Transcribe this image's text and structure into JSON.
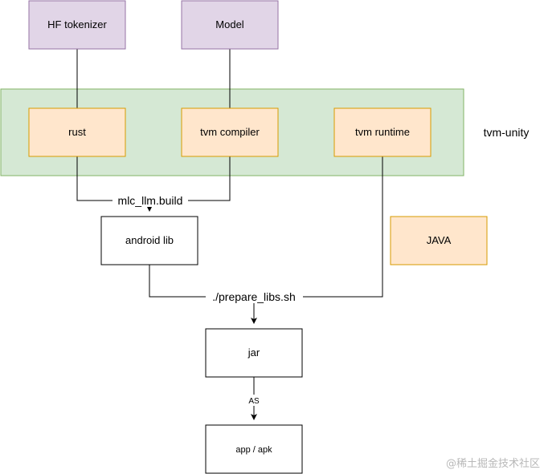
{
  "diagram": {
    "colors": {
      "purple_fill": "#e1d5e7",
      "purple_stroke": "#9673a6",
      "green_fill": "#d5e8d4",
      "green_stroke": "#82b366",
      "orange_fill": "#ffe6cc",
      "orange_stroke": "#d79b00",
      "white_fill": "#ffffff",
      "black_stroke": "#000000"
    },
    "nodes": {
      "hf_tokenizer": "HF tokenizer",
      "model": "Model",
      "rust": "rust",
      "tvm_compiler": "tvm compiler",
      "tvm_runtime": "tvm runtime",
      "tvm_unity": "tvm-unity",
      "android_lib": "android lib",
      "java": "JAVA",
      "jar": "jar",
      "app_apk": "app / apk"
    },
    "edge_labels": {
      "mlc_llm_build": "mlc_llm.build",
      "prepare_libs": "./prepare_libs.sh",
      "as": "AS"
    },
    "watermark": "@稀土掘金技术社区"
  }
}
